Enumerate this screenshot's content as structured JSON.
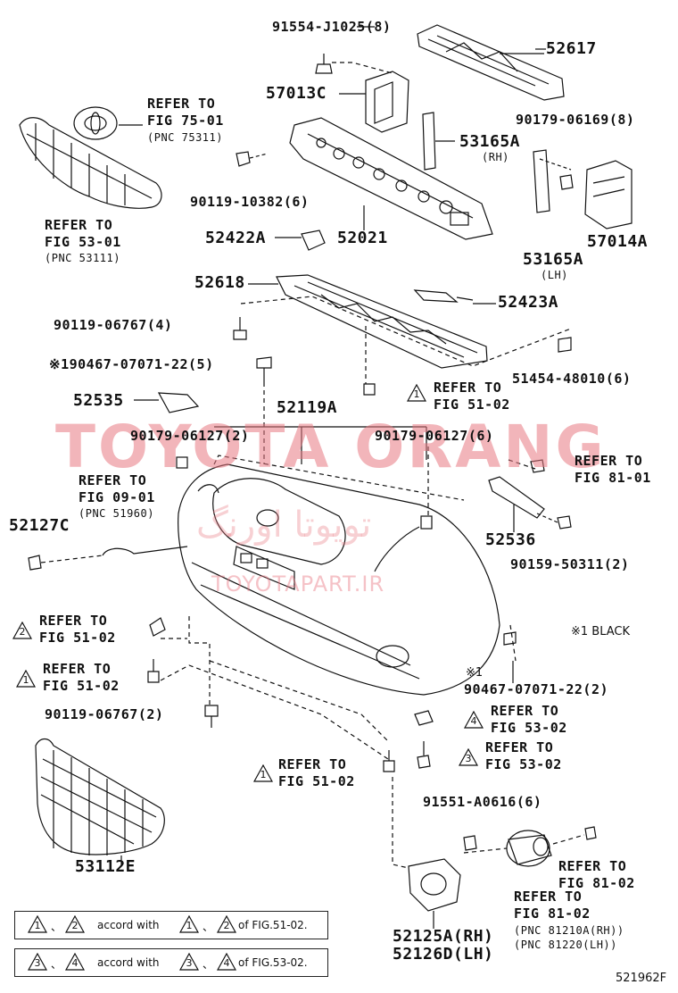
{
  "parts": {
    "p91554": "91554-J1025(8)",
    "p52617": "52617",
    "p57013c": "57013C",
    "p90179_8": "90179-06169(8)",
    "p53165a_rh": "53165A",
    "rh": "(RH)",
    "p90119_10382": "90119-10382(6)",
    "p52021": "52021",
    "p52422a": "52422A",
    "p57014a": "57014A",
    "p53165a_lh": "53165A",
    "lh": "(LH)",
    "p52618": "52618",
    "p52423a": "52423A",
    "p90119_4": "90119-06767(4)",
    "p90467_5": "※190467-07071-22(5)",
    "p51454": "51454-48010(6)",
    "p52535": "52535",
    "p52119a": "52119A",
    "p90179_2": "90179-06127(2)",
    "p90179_6": "90179-06127(6)",
    "p52127c": "52127C",
    "p52536": "52536",
    "p90159": "90159-50311(2)",
    "p90119_2": "90119-06767(2)",
    "p90467_2": "90467-07071-22(2)",
    "mark1": "※1",
    "black_note": "※1 BLACK",
    "p91551": "91551-A0616(6)",
    "p53112e": "53112E",
    "p52125a": "52125A(RH)",
    "p52126d": "52126D(LH)",
    "diagram_id": "521962F"
  },
  "refs": {
    "r75_1": "REFER TO",
    "r75_2": "FIG 75-01",
    "r75_3": "(PNC 75311)",
    "r53_1": "REFER TO",
    "r53_2": "FIG 53-01",
    "r53_3": "(PNC 53111)",
    "r51a_1": "REFER TO",
    "r51a_2": "FIG 51-02",
    "r81a_1": "REFER TO",
    "r81a_2": "FIG 81-01",
    "r09_1": "REFER TO",
    "r09_2": "FIG 09-01",
    "r09_3": "(PNC 51960)",
    "r2_1": "REFER TO",
    "r2_2": "FIG 51-02",
    "r1_1": "REFER TO",
    "r1_2": "FIG 51-02",
    "r4_1": "REFER TO",
    "r4_2": "FIG 53-02",
    "r3_1": "REFER TO",
    "r3_2": "FIG 53-02",
    "r51b_1": "REFER TO",
    "r51b_2": "FIG 51-02",
    "r81b_1": "REFER TO",
    "r81b_2": "FIG 81-02",
    "r81c_1": "REFER TO",
    "r81c_2": "FIG 81-02",
    "r81c_3": "(PNC 81210A(RH))",
    "r81c_4": "(PNC 81220(LH))"
  },
  "triangles": {
    "t1": "1",
    "t2": "2",
    "t3": "3",
    "t4": "4"
  },
  "legend": {
    "row1_sep": "、",
    "row1_text": "accord with",
    "row1_tail": "of FIG.51-02.",
    "row2_sep": "、",
    "row2_text": "accord with",
    "row2_tail": "of FIG.53-02."
  },
  "watermark": {
    "main": "TOYOTA ORANG",
    "arabic": "تويوتا اورنگ",
    "site": "TOYOTAPART.IR"
  },
  "colors": {
    "watermark": "#e87882",
    "ink": "#111111"
  }
}
